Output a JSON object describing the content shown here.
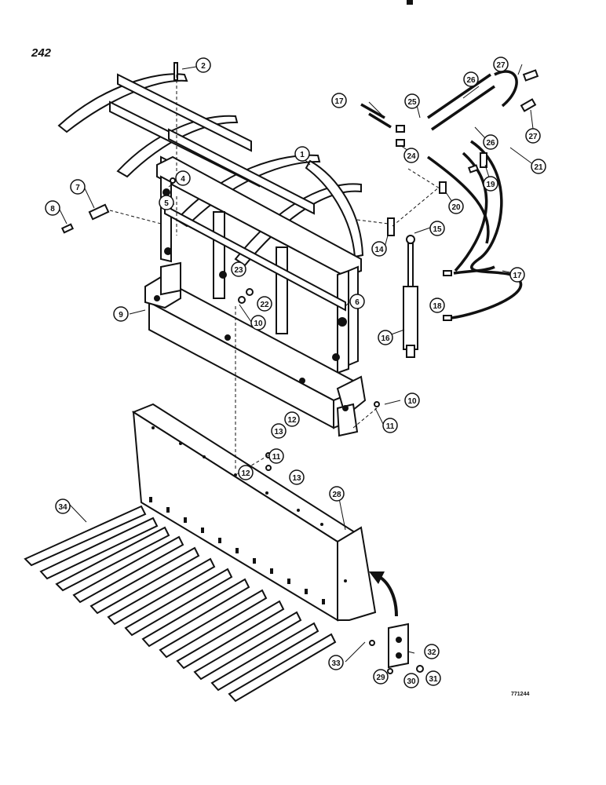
{
  "page": {
    "number": "242",
    "figure_code": "771244"
  },
  "callouts": [
    "1",
    "2",
    "4",
    "5",
    "6",
    "7",
    "8",
    "9",
    "10",
    "10",
    "11",
    "11",
    "12",
    "12",
    "13",
    "13",
    "14",
    "15",
    "16",
    "17",
    "17",
    "18",
    "19",
    "20",
    "21",
    "22",
    "23",
    "24",
    "25",
    "26",
    "26",
    "27",
    "27",
    "28",
    "29",
    "30",
    "31",
    "32",
    "33",
    "34"
  ],
  "colors": {
    "ink": "#111111",
    "paper": "#ffffff"
  }
}
